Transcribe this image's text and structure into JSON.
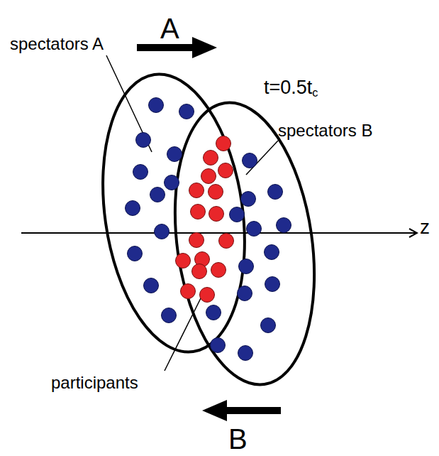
{
  "diagram": {
    "labels": [
      "A",
      "spectators A",
      "t=0.5tc",
      "spectators B",
      "z",
      "participants",
      "B"
    ]
  }
}
